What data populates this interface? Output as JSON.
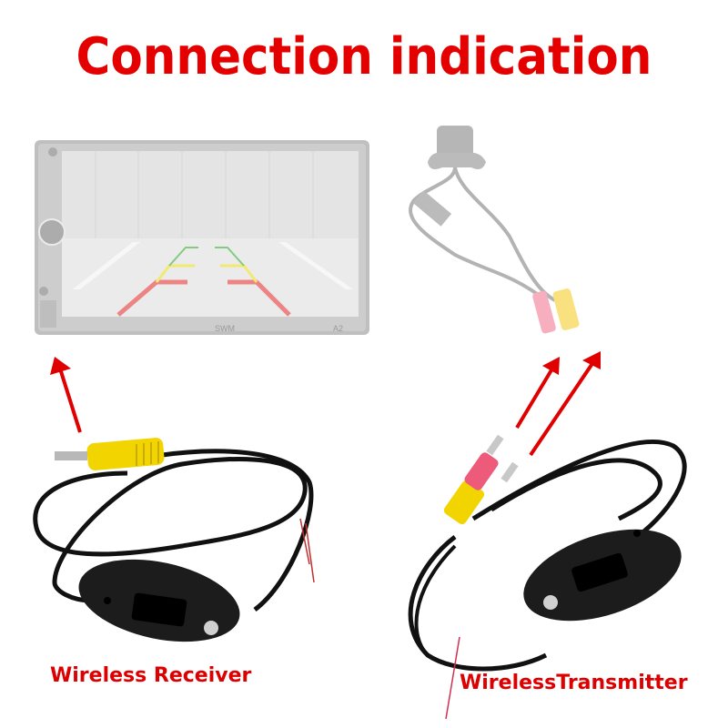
{
  "title": "Connection indication",
  "head_unit": {
    "brand": "SWM",
    "model": "A2",
    "screen_content": "rear-view camera with parking guide lines"
  },
  "camera": {
    "name": "rear-camera",
    "plugs": [
      "red-plug",
      "yellow-rca-plug"
    ]
  },
  "receiver": {
    "label": "Wireless Receiver",
    "plug": "yellow-rca-plug"
  },
  "transmitter": {
    "label": "WirelessTransmitter",
    "plugs": [
      "red-plug",
      "yellow-rca-plug"
    ]
  },
  "colors": {
    "title": "#e50000",
    "arrow": "#e00000",
    "label": "#dd0000",
    "guide_red": "#e86060",
    "guide_yellow": "#e6dc50",
    "guide_green": "#5cbf5c"
  }
}
